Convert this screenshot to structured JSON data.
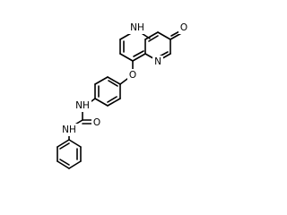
{
  "molecule": {
    "atoms": [
      {
        "id": "nh_pyridine",
        "text": "NH"
      },
      {
        "id": "o_ketone",
        "text": "O"
      },
      {
        "id": "n_pyrazine",
        "text": "N"
      },
      {
        "id": "o_ether",
        "text": "O"
      },
      {
        "id": "nh_urea_top",
        "text": "NH"
      },
      {
        "id": "o_urea",
        "text": "O"
      },
      {
        "id": "nh_urea_bottom",
        "text": "NH"
      }
    ]
  }
}
